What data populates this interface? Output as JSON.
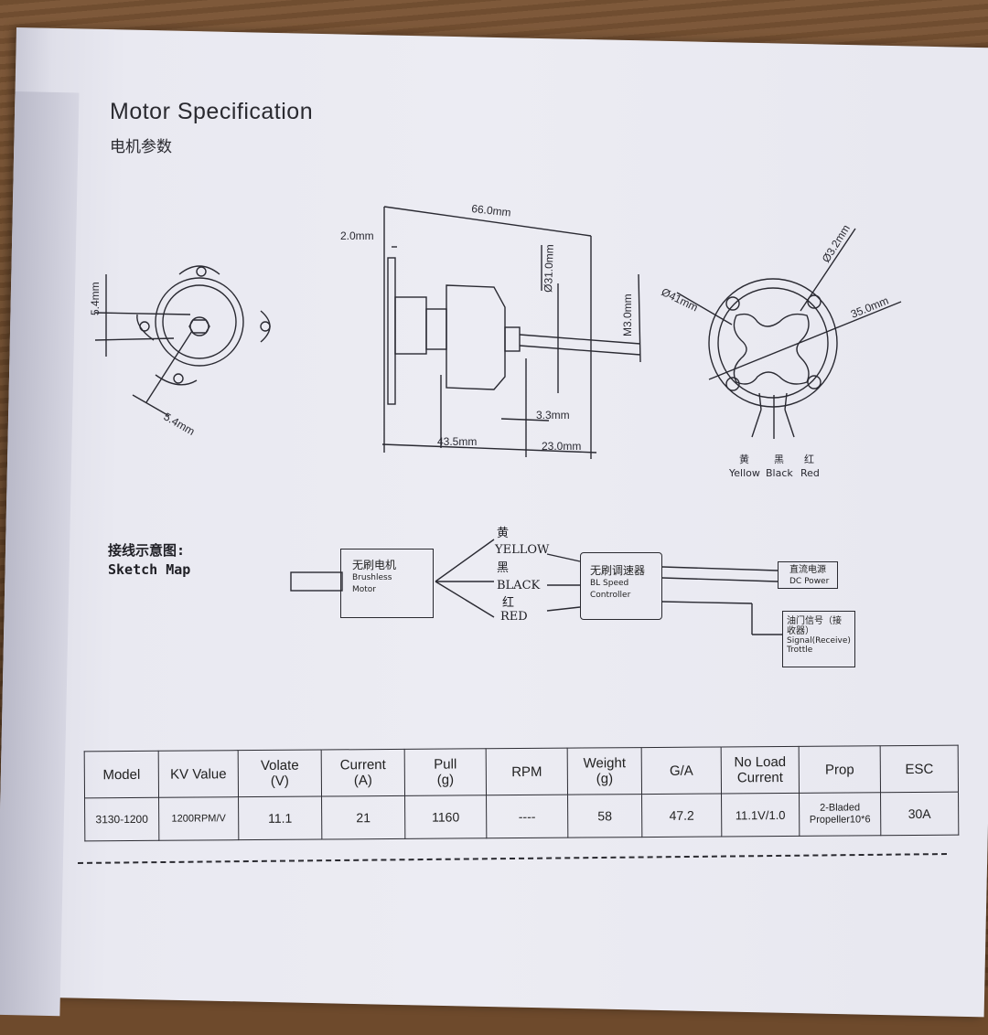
{
  "header": {
    "title": "Motor Specification",
    "subtitle_zh": "电机参数"
  },
  "drawing": {
    "front_view": {
      "dim_top": "5.4mm",
      "dim_bottom": "5.4mm"
    },
    "side_view": {
      "length": "66.0mm",
      "flange": "2.0mm",
      "diameter": "Ø31.0mm",
      "shaft": "M3.0mm",
      "gap": "3.3mm",
      "body": "43.5mm",
      "tail": "23.0mm"
    },
    "rear_view": {
      "hole": "Ø3.2mm",
      "mount": "Ø41mm",
      "span": "35.0mm",
      "wires": [
        {
          "zh": "黄",
          "en": "Yellow"
        },
        {
          "zh": "黑",
          "en": "Black"
        },
        {
          "zh": "红",
          "en": "Red"
        }
      ]
    }
  },
  "sketch": {
    "title_zh": "接线示意图:",
    "title_en": "Sketch Map",
    "motor": {
      "zh": "无刷电机",
      "en1": "Brushless",
      "en2": "Motor"
    },
    "wires": [
      {
        "zh": "黄",
        "en": "YELLOW"
      },
      {
        "zh": "黑",
        "en": "BLACK"
      },
      {
        "zh": "红",
        "en": "RED"
      }
    ],
    "controller": {
      "zh": "无刷调速器",
      "en1": "BL Speed",
      "en2": "Controller"
    },
    "power": {
      "zh": "直流电源",
      "en": "DC Power"
    },
    "throttle": {
      "zh": "油门信号（接",
      "zh2": "收器）",
      "en1": "Signal(Receive)",
      "en2": "Trottle"
    }
  },
  "spec_table": {
    "headers": [
      [
        "Model"
      ],
      [
        "KV Value"
      ],
      [
        "Volate",
        "(V)"
      ],
      [
        "Current",
        "(A)"
      ],
      [
        "Pull",
        "(g)"
      ],
      [
        "RPM"
      ],
      [
        "Weight",
        "(g)"
      ],
      [
        "G/A"
      ],
      [
        "No Load",
        "Current"
      ],
      [
        "Prop"
      ],
      [
        "ESC"
      ]
    ],
    "row": [
      [
        "3130-1200"
      ],
      [
        "1200RPM/V"
      ],
      [
        "11.1"
      ],
      [
        "21"
      ],
      [
        "1160"
      ],
      [
        "----"
      ],
      [
        "58"
      ],
      [
        "47.2"
      ],
      [
        "11.1V/1.0"
      ],
      [
        "2-Bladed",
        "Propeller10*6"
      ],
      [
        "30A"
      ]
    ]
  }
}
